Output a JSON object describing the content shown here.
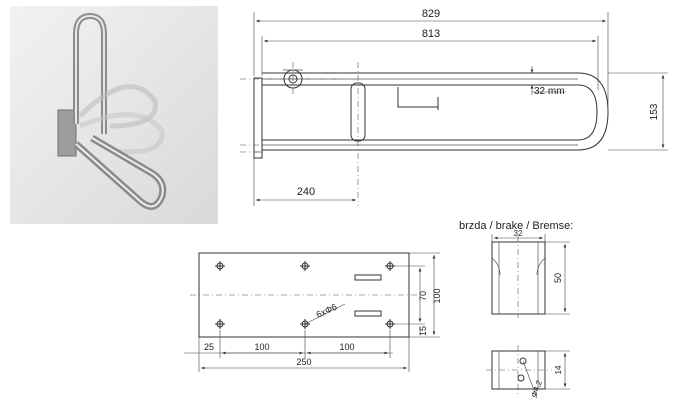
{
  "photo": {
    "icon": "grab-bar-photo"
  },
  "side_view": {
    "dim_total": "829",
    "dim_inner": "813",
    "dim_tube": "32 mm",
    "dim_height": "153",
    "dim_offset": "240"
  },
  "plate_view": {
    "dim_width": "250",
    "dim_margin": "25",
    "dim_spacing_1": "100",
    "dim_spacing_2": "100",
    "dim_height": "100",
    "dim_mid": "70",
    "dim_edge": "15",
    "hole_label": "6xΦ6"
  },
  "brake_view": {
    "title": "brzda / brake / Bremse:",
    "dim_width": "32",
    "dim_height": "50",
    "dim_side": "14",
    "hole_label": "Φ4,2"
  }
}
